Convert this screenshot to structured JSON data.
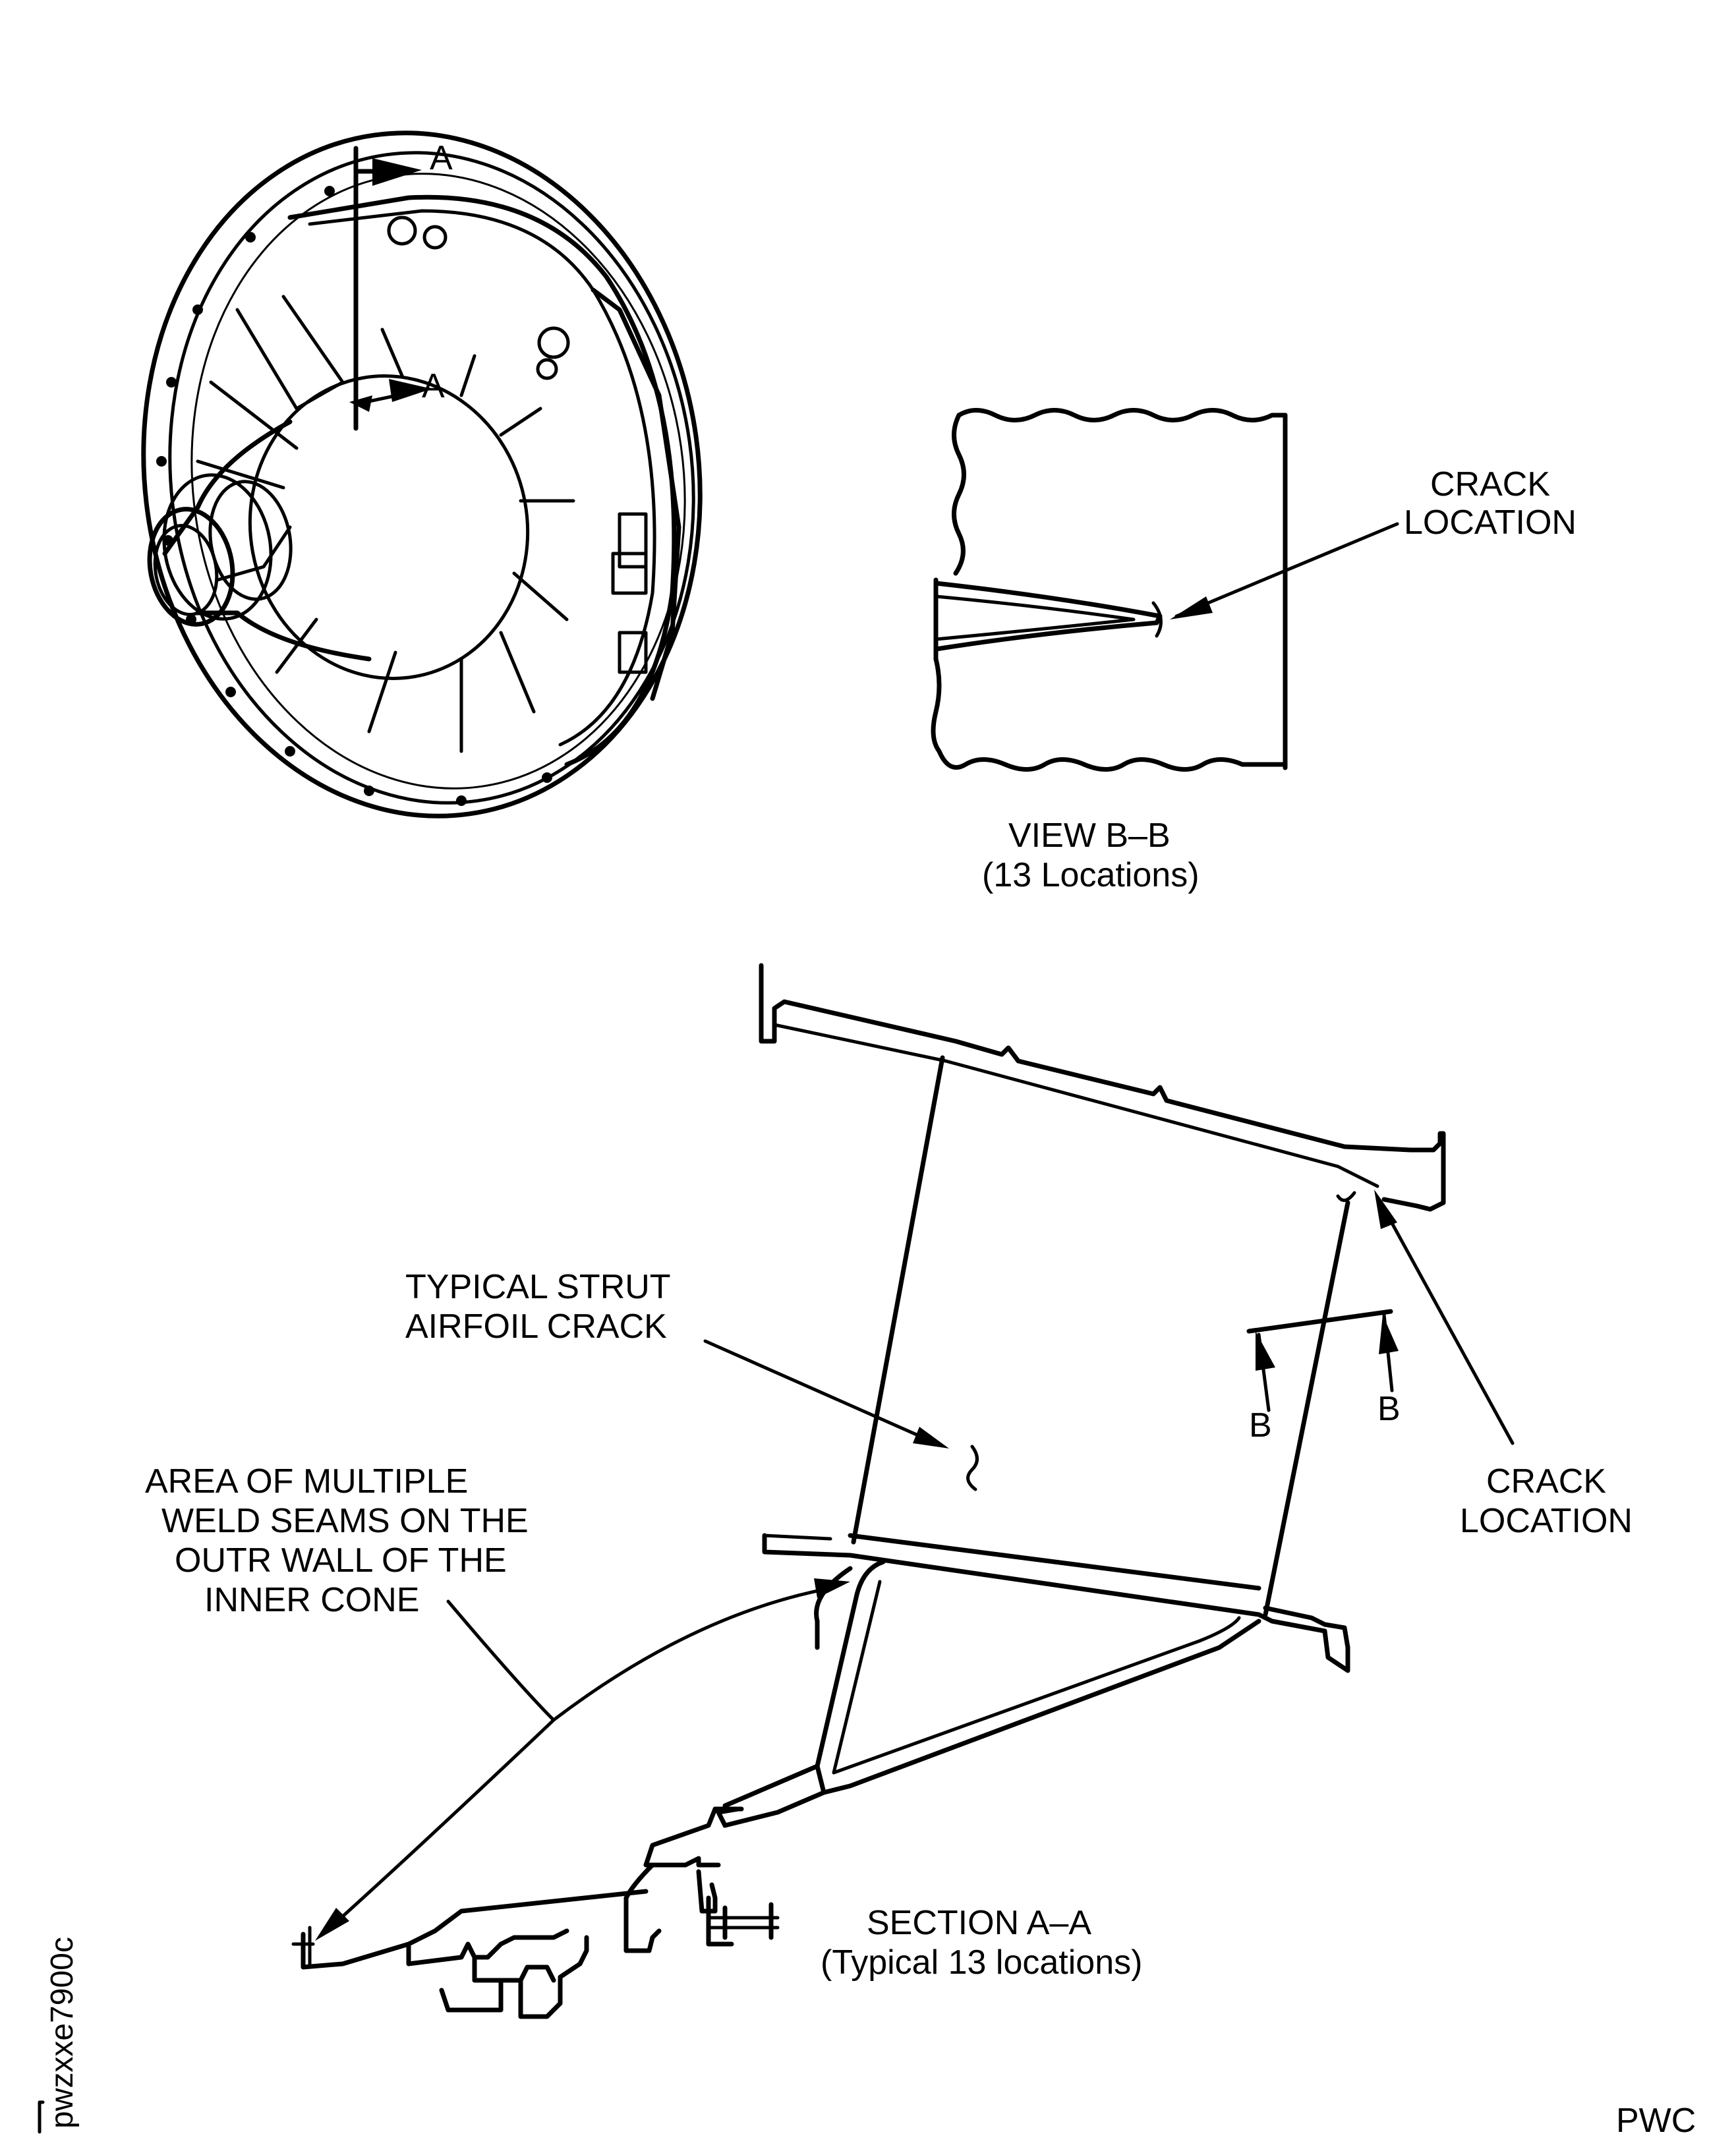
{
  "view_b": {
    "title": "VIEW B–B",
    "subtitle": "(13 Locations)",
    "crack_label_1": "CRACK",
    "crack_label_2": "LOCATION"
  },
  "section_a": {
    "title": "SECTION A–A",
    "subtitle": "(Typical 13 locations)",
    "strut_label_1": "TYPICAL STRUT",
    "strut_label_2": "AIRFOIL CRACK",
    "weld_label_1": "AREA OF MULTIPLE",
    "weld_label_2": "WELD SEAMS ON THE",
    "weld_label_3": "OUTR WALL OF THE",
    "weld_label_4": "INNER CONE",
    "crack_label_1": "CRACK",
    "crack_label_2": "LOCATION",
    "cut_b_left": "B",
    "cut_b_right": "B"
  },
  "iso_view": {
    "cut_a_top": "A",
    "cut_a_bottom": "A"
  },
  "figure_id": "pwzxxe7900c",
  "publisher": "PWC"
}
